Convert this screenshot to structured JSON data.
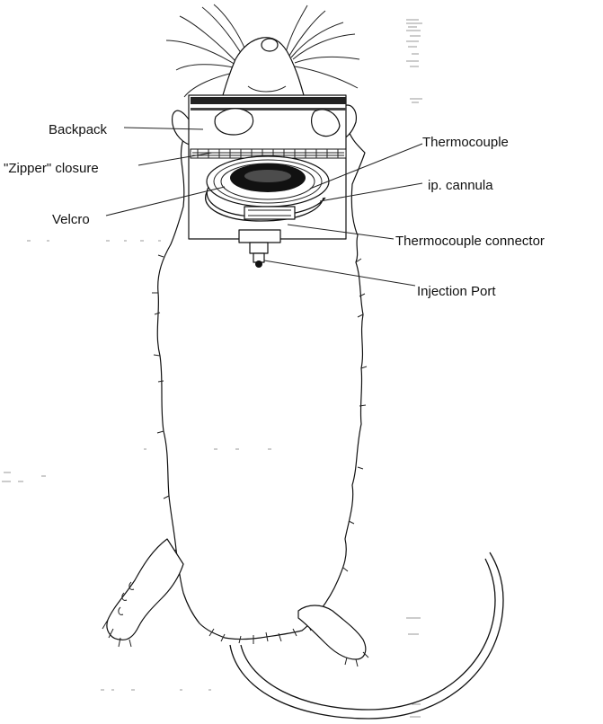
{
  "labels": {
    "backpack": "Backpack",
    "zipper": "\"Zipper\" closure",
    "velcro": "Velcro",
    "thermocouple": "Thermocouple",
    "cannula": "ip. cannula",
    "connector": "Thermocouple connector",
    "port": "Injection  Port"
  }
}
